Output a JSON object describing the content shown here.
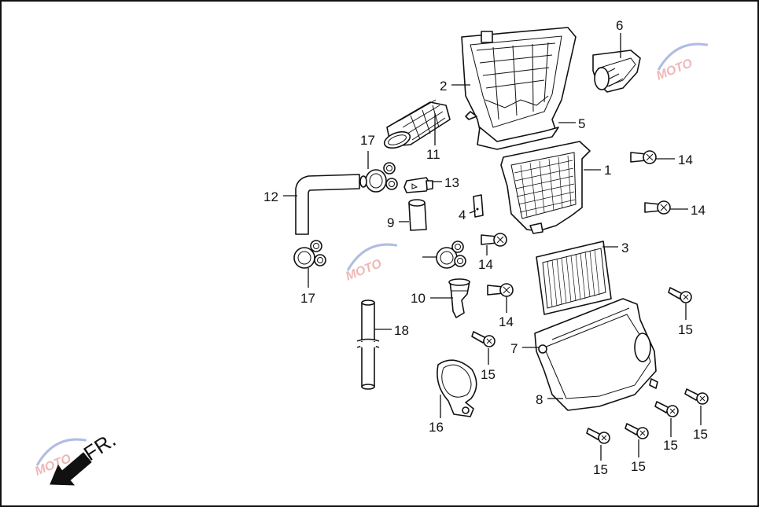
{
  "labels": [
    {
      "id": "1",
      "text": "1"
    },
    {
      "id": "2",
      "text": "2"
    },
    {
      "id": "3",
      "text": "3"
    },
    {
      "id": "4",
      "text": "4"
    },
    {
      "id": "5",
      "text": "5"
    },
    {
      "id": "6",
      "text": "6"
    },
    {
      "id": "7",
      "text": "7"
    },
    {
      "id": "8",
      "text": "8"
    },
    {
      "id": "9",
      "text": "9"
    },
    {
      "id": "10",
      "text": "10"
    },
    {
      "id": "11",
      "text": "11"
    },
    {
      "id": "12",
      "text": "12"
    },
    {
      "id": "13",
      "text": "13"
    },
    {
      "id": "14a",
      "text": "14"
    },
    {
      "id": "14b",
      "text": "14"
    },
    {
      "id": "14c",
      "text": "14"
    },
    {
      "id": "14d",
      "text": "14"
    },
    {
      "id": "15a",
      "text": "15"
    },
    {
      "id": "15b",
      "text": "15"
    },
    {
      "id": "15c",
      "text": "15"
    },
    {
      "id": "15d",
      "text": "15"
    },
    {
      "id": "15e",
      "text": "15"
    },
    {
      "id": "15f",
      "text": "15"
    },
    {
      "id": "16",
      "text": "16"
    },
    {
      "id": "17a",
      "text": "17"
    },
    {
      "id": "17b",
      "text": "17"
    },
    {
      "id": "18",
      "text": "18"
    }
  ],
  "direction": {
    "text": "FR."
  },
  "watermark": {
    "text": "MOTO",
    "colors": {
      "primary": "#e89a9a",
      "accent": "#8fa0d8"
    }
  }
}
